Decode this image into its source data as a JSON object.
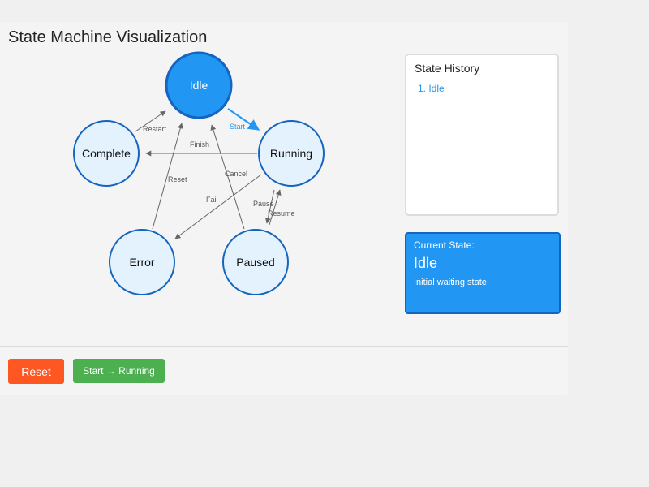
{
  "title": "State Machine Visualization",
  "colors": {
    "accent": "#2196F3",
    "accent_dark": "#1565C0",
    "node_fill": "#E3F2FD",
    "edge": "#666666",
    "reset_button": "#FF5722",
    "start_button": "#4CAF50"
  },
  "diagram": {
    "active_state": "Idle",
    "states": [
      "Idle",
      "Running",
      "Complete",
      "Error",
      "Paused"
    ],
    "transitions": [
      {
        "label": "Start",
        "from": "Idle",
        "to": "Running",
        "active": true
      },
      {
        "label": "Finish",
        "from": "Running",
        "to": "Complete"
      },
      {
        "label": "Restart",
        "from": "Complete",
        "to": "Idle"
      },
      {
        "label": "Reset",
        "from": "Error",
        "to": "Idle"
      },
      {
        "label": "Cancel",
        "from": "Paused",
        "to": "Idle"
      },
      {
        "label": "Fail",
        "from": "Running",
        "to": "Error"
      },
      {
        "label": "Pause",
        "from": "Running",
        "to": "Paused"
      },
      {
        "label": "Resume",
        "from": "Paused",
        "to": "Running"
      }
    ]
  },
  "history": {
    "title": "State History",
    "items": [
      "1. Idle"
    ]
  },
  "current": {
    "label": "Current State:",
    "name": "Idle",
    "description": "Initial waiting state"
  },
  "buttons": {
    "reset": "Reset",
    "start": "Start → Running"
  }
}
